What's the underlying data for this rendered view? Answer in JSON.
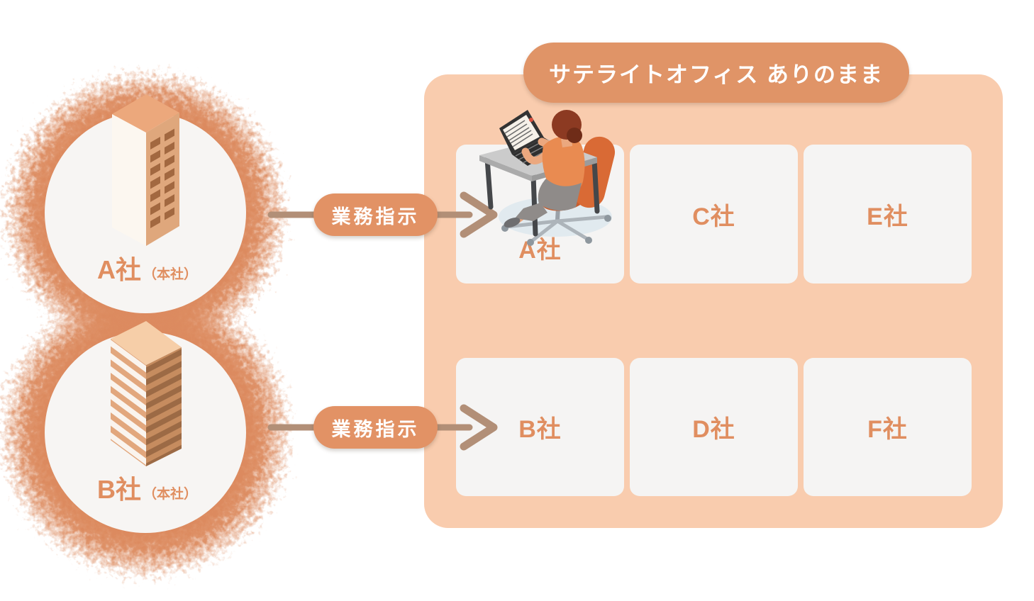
{
  "title_badge": {
    "label": "サテライトオフィス ありのまま"
  },
  "head_offices": [
    {
      "name": "A社",
      "note": "（本社）",
      "icon": "office-building"
    },
    {
      "name": "B社",
      "note": "（本社）",
      "icon": "striped-tower-building"
    }
  ],
  "arrows": [
    {
      "label": "業務指示"
    },
    {
      "label": "業務指示"
    }
  ],
  "satellite_panel": {
    "cards": [
      {
        "label": "A社",
        "illustration": "person-working-at-desk"
      },
      {
        "label": "C社"
      },
      {
        "label": "E社"
      },
      {
        "label": "B社"
      },
      {
        "label": "D社"
      },
      {
        "label": "F社"
      }
    ]
  },
  "colors": {
    "glow_orange": "#DC8A5E",
    "panel_peach": "#F9CCAE",
    "card_white": "#F5F4F3",
    "title_pill_orange": "#E09467",
    "instruction_pill_orange": "#E29265",
    "arrow_brown": "#B28F77",
    "label_orange": "#E08E60"
  }
}
